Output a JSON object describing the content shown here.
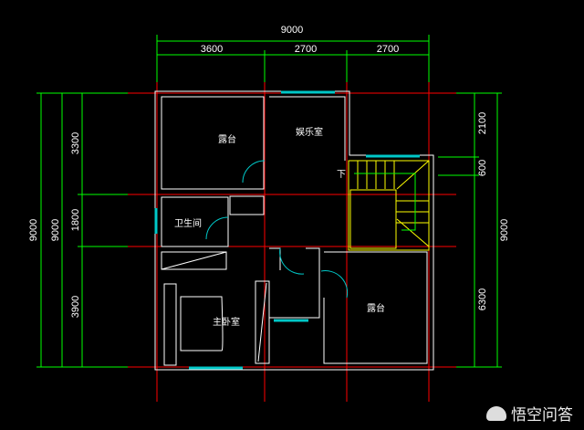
{
  "dimensions": {
    "top_total": "9000",
    "top_segments": [
      "3600",
      "2700",
      "2700"
    ],
    "left_outer": "9000",
    "left_inner": "9000",
    "left_segments": [
      "3300",
      "1800",
      "3900"
    ],
    "right_segments": [
      "2100",
      "600",
      "6300"
    ],
    "right_total": "9000"
  },
  "rooms": {
    "terrace_top": "露台",
    "entertainment": "娱乐室",
    "bathroom": "卫生间",
    "master_bedroom": "主卧室",
    "terrace_bottom": "露台",
    "stairs_down": "下"
  },
  "watermark": "悟空问答",
  "colors": {
    "grid": "#ff0000",
    "dim": "#00ff00",
    "wall": "#ffffff",
    "window": "#00c8c8",
    "stair": "#ffff00"
  }
}
